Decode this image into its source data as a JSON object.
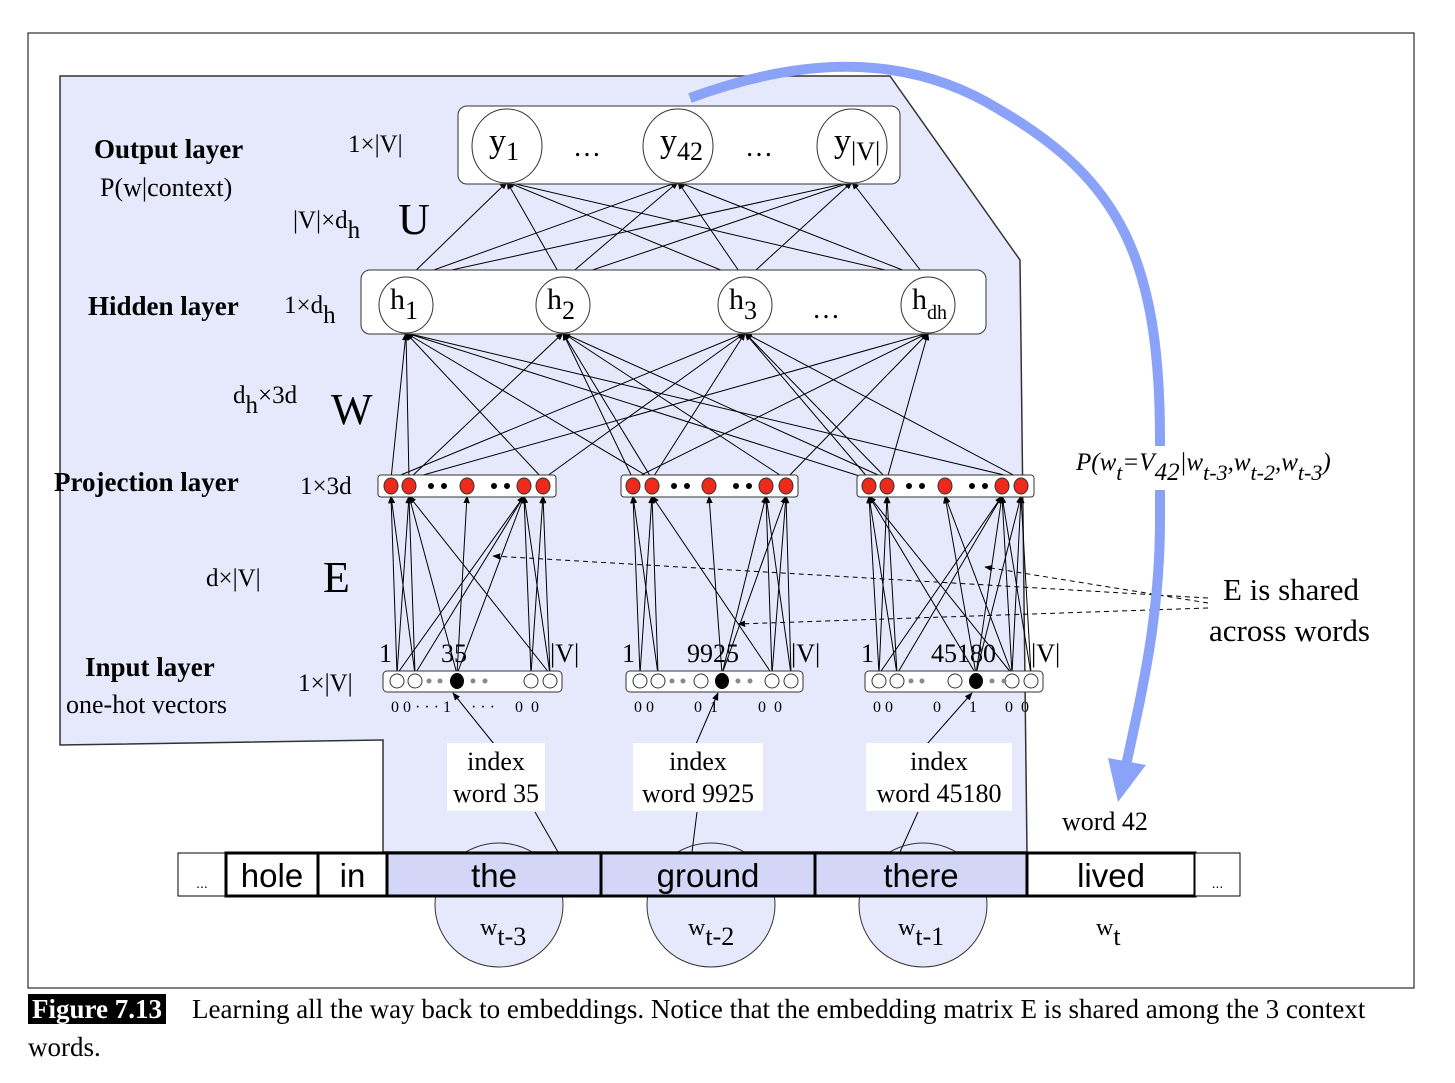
{
  "labels": {
    "output_layer": "Output layer",
    "output_sub": "P(w|context)",
    "output_dim": "1×|V|",
    "u_dim": "|V|×d",
    "u_dim_sub": "h",
    "u": "U",
    "hidden_layer": "Hidden layer",
    "hidden_dim": "1×d",
    "hidden_dim_sub": "h",
    "w_dim": "d",
    "w_dim_sub": "h",
    "w_dim_rest": "×3d",
    "w": "W",
    "projection_layer": "Projection layer",
    "projection_dim": "1×3d",
    "e_dim": "d×|V|",
    "e": "E",
    "input_layer": "Input layer",
    "input_sub": "one-hot vectors",
    "input_dim": "1×|V|"
  },
  "output_nodes": [
    {
      "main": "y",
      "sub": "1"
    },
    {
      "main": "y",
      "sub": "42"
    },
    {
      "main": "y",
      "sub": "|V|"
    }
  ],
  "hidden_nodes": [
    {
      "main": "h",
      "sub": "1"
    },
    {
      "main": "h",
      "sub": "2"
    },
    {
      "main": "h",
      "sub": "3"
    },
    {
      "main": "h",
      "sub": "dh"
    }
  ],
  "ellipsis": "…",
  "inputs": [
    {
      "first": "1",
      "index": "35",
      "last": "|V|",
      "bits": "0 0 · · · 1     · · ·     0  0",
      "index_label_1": "index",
      "index_label_2": "word 35"
    },
    {
      "first": "1",
      "index": "9925",
      "last": "|V|",
      "bits": "0 0          0  1          0  0",
      "index_label_1": "index",
      "index_label_2": "word 9925"
    },
    {
      "first": "1",
      "index": "45180",
      "last": "|V|",
      "bits": "0 0          0       1       0  0",
      "index_label_1": "index",
      "index_label_2": "word 45180"
    }
  ],
  "formula": {
    "p": "P(w",
    "t": "t",
    "eq": "=V",
    "v": "42",
    "bar": "|w",
    "s1": "t-3",
    "c1": ",w",
    "s2": "t-2",
    "c2": ",w",
    "s3": "t-3",
    "close": ")"
  },
  "shared_note": [
    "E is shared",
    "across words"
  ],
  "target_word_label": "word 42",
  "words": [
    {
      "text": "...",
      "highlight": false
    },
    {
      "text": "hole",
      "highlight": false
    },
    {
      "text": "in",
      "highlight": false
    },
    {
      "text": "the",
      "highlight": true
    },
    {
      "text": "ground",
      "highlight": true
    },
    {
      "text": "there",
      "highlight": true
    },
    {
      "text": "lived",
      "highlight": false
    },
    {
      "text": "...",
      "highlight": false
    }
  ],
  "word_positions": [
    {
      "main": "w",
      "sub": "t-3"
    },
    {
      "main": "w",
      "sub": "t-2"
    },
    {
      "main": "w",
      "sub": "t-1"
    },
    {
      "main": "w",
      "sub": "t"
    }
  ],
  "caption": {
    "label": "Figure 7.13",
    "text": "Learning all the way back to embeddings. Notice that the embedding matrix E is shared among the 3 context words."
  },
  "colors": {
    "panel": "#e6e9fb",
    "highlight_word": "#d3d6f7",
    "blue_arrow": "#8aa2f8",
    "projection_unit": "#ee2a1c"
  }
}
